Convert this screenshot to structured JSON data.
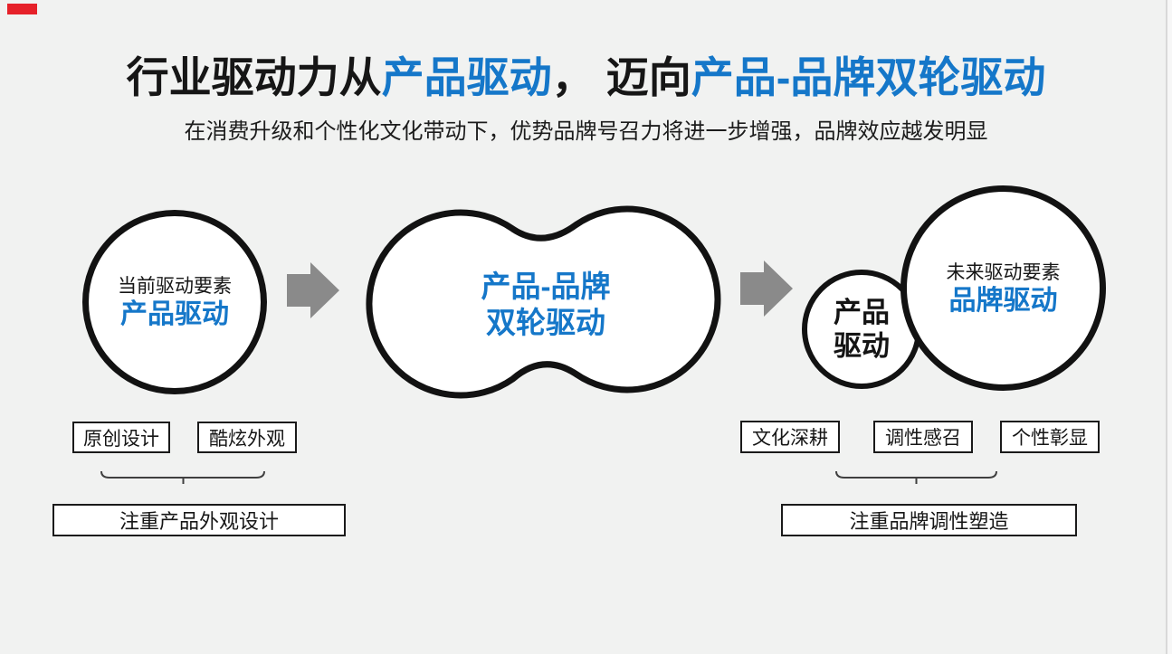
{
  "page": {
    "background": "#f1f2f1",
    "accent_blue": "#1577c9",
    "ink_black": "#121212",
    "arrow_gray": "#8a8a8a",
    "red_mark_color": "#e62129"
  },
  "header": {
    "title_parts": {
      "p1": "行业驱动力从",
      "p2": "产品驱动",
      "p3": "， 迈向",
      "p4": "产品-品牌双轮驱动"
    },
    "subtitle": "在消费升级和个性化文化带动下，优势品牌号召力将进一步增强，品牌效应越发明显"
  },
  "diagram": {
    "current_circle": {
      "label": "当前驱动要素",
      "value": "产品驱动"
    },
    "dual_wheel_shape": {
      "line1": "产品-品牌",
      "line2": "双轮驱动"
    },
    "product_small_circle": {
      "line1": "产品",
      "line2": "驱动"
    },
    "future_circle": {
      "label": "未来驱动要素",
      "value": "品牌驱动"
    }
  },
  "bottom_left": {
    "tags": [
      "原创设计",
      "酷炫外观"
    ],
    "summary": "注重产品外观设计"
  },
  "bottom_right": {
    "tags": [
      "文化深耕",
      "调性感召",
      "个性彰显"
    ],
    "summary": "注重品牌调性塑造"
  }
}
